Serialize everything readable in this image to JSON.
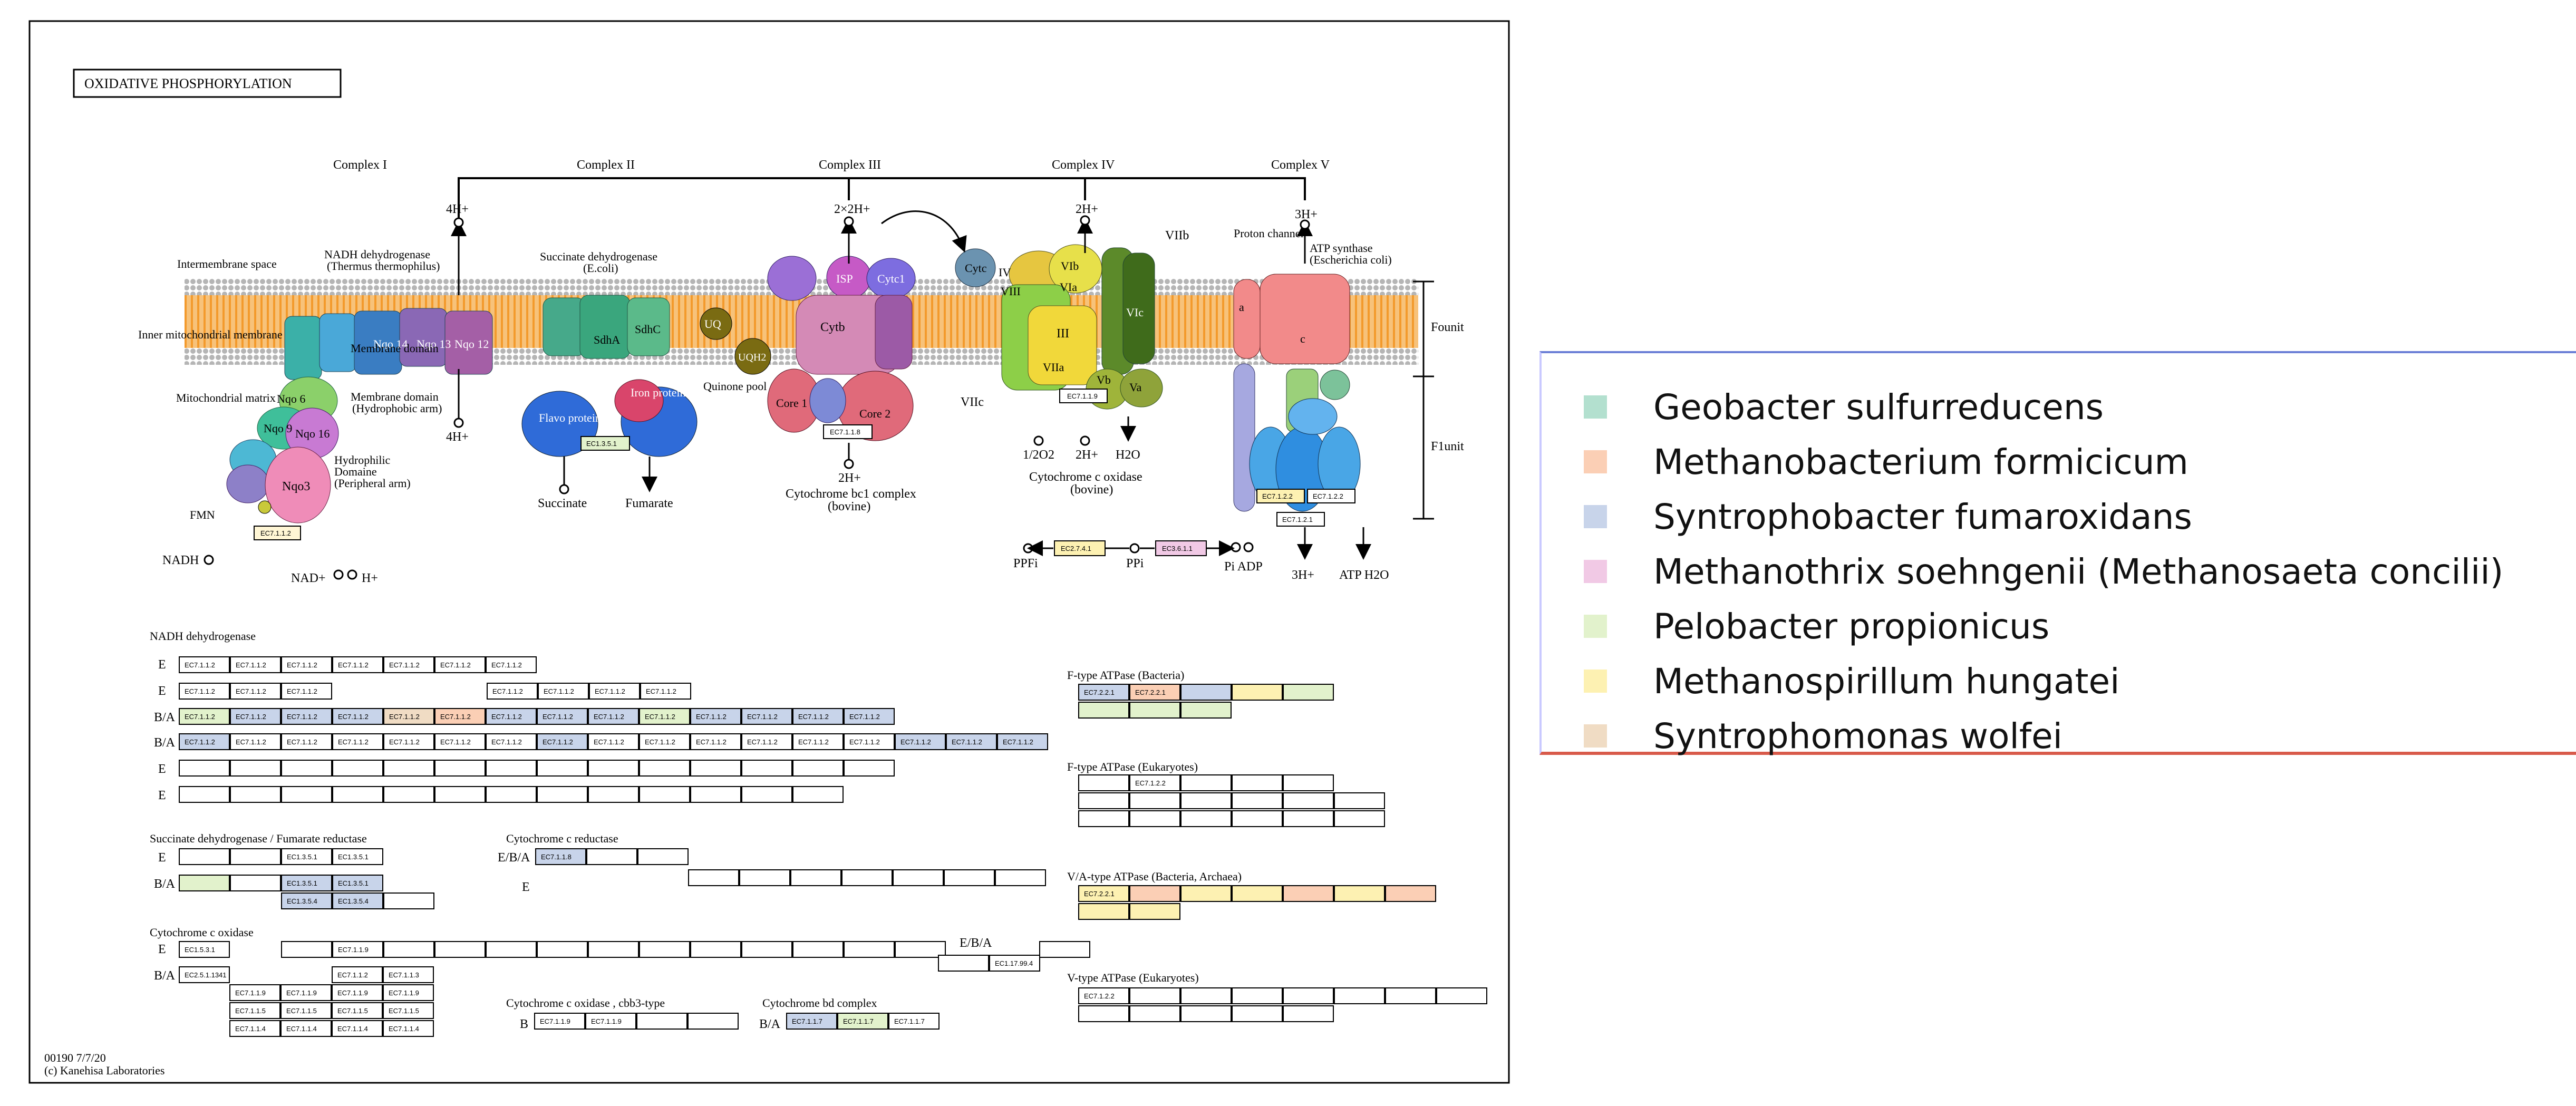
{
  "map": {
    "title": "OXIDATIVE PHOSPHORYLATION",
    "footer_id": "00190 7/7/20",
    "footer_copyright": "(c) Kanehisa Laboratories",
    "complex_titles": [
      "Complex I",
      "Complex II",
      "Complex III",
      "Complex IV",
      "Complex V"
    ],
    "labels": {
      "intermembrane": "Intermembrane space",
      "inner_membrane": "Inner mitochondrial membrane",
      "matrix": "Mitochondrial matrix",
      "nadh_dh": "NADH dehydrogenase",
      "nadh_dh_sub": "(Thermus thermophilus)",
      "membrane_domain": "Membrane domain",
      "membrane_domain_sub": "(Hydrophobic arm)",
      "hydrophilic": "Hydrophilic",
      "domaine": "Domaine",
      "peripheral": "(Peripheral arm)",
      "succ_dh": "Succinate dehydrogenase",
      "succ_dh_sub": "(E.coli)",
      "flavo": "Flavo protein",
      "iron": "Iron protein",
      "quinone": "Quinone pool",
      "bc1": "Cytochrome bc1 complex",
      "bc1_sub": "(bovine)",
      "cox": "Cytochrome c oxidase",
      "cox_sub": "(bovine)",
      "proton_channel": "Proton channel",
      "atp_synthase": "ATP synthase",
      "atp_synthase_sub": "(Escherichia coli)",
      "fo_unit": "Founit",
      "f1_unit": "F1unit",
      "h4_top": "4H+",
      "h4_bottom": "4H+",
      "h2x2": "2×2H+",
      "h2_bottom": "2H+",
      "h2_cox": "2H+",
      "h2_cox_low": "2H+",
      "h3_top": "3H+",
      "h3_bottom": "3H+",
      "fmn": "FMN",
      "nadh": "NADH",
      "nad_h": "NAD+",
      "h_plus": "H+",
      "succinate": "Succinate",
      "fumarate": "Fumarate",
      "half_o2": "1/2O2",
      "h2o": "H2O",
      "pi_adp": "Pi ADP",
      "atp_h2o": "ATP H2O",
      "ppfi": "PPFi",
      "ppi": "PPi",
      "cytc": "Cytc",
      "cytc1": "Cytc1",
      "cytb": "Cytb",
      "isp": "ISP",
      "core1": "Core 1",
      "core2": "Core 2",
      "sdha": "SdhA",
      "sdhc": "SdhC",
      "uq": "UQ",
      "uqh2": "UQH2",
      "ngo3": "Nqo3",
      "ngo12": "Nqo 12",
      "ngo14": "Nqo 14",
      "ngo13": "Nqo 13",
      "ngo9": "Nqo 9",
      "ngo16": "Nqo 16",
      "ngo6": "Nqo 6",
      "viib": "VIIb",
      "viic": "VIIc",
      "vib": "VIb",
      "via": "VIa",
      "viia": "VIIa",
      "iii": "III",
      "vic": "VIc",
      "va": "Va",
      "vb": "Vb",
      "viii": "VIII",
      "iv": "IV"
    },
    "ec_tags": {
      "nadh": "EC7.1.1.2",
      "succ": "EC1.3.5.1",
      "bc1": "EC7.1.1.8",
      "cox": "EC7.1.1.9",
      "atp1": "EC7.1.2.2",
      "atp2": "EC7.1.2.2",
      "atp3": "EC7.1.2.1",
      "ppase1": "EC2.7.4.1",
      "ppase2": "EC3.6.1.1"
    },
    "section_titles": {
      "nadh": "NADH dehydrogenase",
      "succ": "Succinate dehydrogenase / Fumarate reductase",
      "cytc_red": "Cytochrome c reductase",
      "cox": "Cytochrome c oxidase",
      "cbb3": "Cytochrome c oxidase , cbb3-type",
      "bd": "Cytochrome bd complex",
      "f_bact": "F-type ATPase (Bacteria)",
      "f_euk": "F-type ATPase (Eukaryotes)",
      "va_bact": "V/A-type ATPase (Bacteria, Archaea)",
      "v_euk": "V-type ATPase (Eukaryotes)"
    },
    "row_labels": {
      "e": "E",
      "ba": "B/A",
      "eba": "E/B/A",
      "b": "B"
    },
    "grid_ec": {
      "ec7112": "EC7.1.1.2",
      "ec1351": "EC1.3.5.1",
      "ec1354": "EC1.3.5.4",
      "ec7118": "EC7.1.1.8",
      "ec7119": "EC7.1.1.9",
      "ec7113": "EC7.1.1.3",
      "ec7115": "EC7.1.1.5",
      "ec7114": "EC7.1.1.4",
      "ec1531": "EC1.5.3.1",
      "ec7117": "EC7.1.1.7",
      "ec7122": "EC7.1.2.2",
      "ec7221": "EC7.2.2.1",
      "ec117994": "EC1.17.99.4",
      "ec2511341": "EC2.5.1.1341"
    }
  },
  "legend": {
    "items": [
      {
        "name": "Geobacter sulfurreducens",
        "color": "#b3e0cf"
      },
      {
        "name": "Methanobacterium formicicum",
        "color": "#fbcfb5"
      },
      {
        "name": "Syntrophobacter fumaroxidans",
        "color": "#c8d4ea"
      },
      {
        "name": "Methanothrix soehngenii (Methanosaeta concilii)",
        "color": "#f1c9e5"
      },
      {
        "name": "Pelobacter propionicus",
        "color": "#e2f2cc"
      },
      {
        "name": "Methanospirillum hungatei",
        "color": "#fdf1b2"
      },
      {
        "name": "Syntrophomonas wolfei",
        "color": "#f0dcc4"
      }
    ]
  },
  "colors": {
    "membrane": "#f5a23a",
    "membrane_head": "#bdbdbd"
  }
}
